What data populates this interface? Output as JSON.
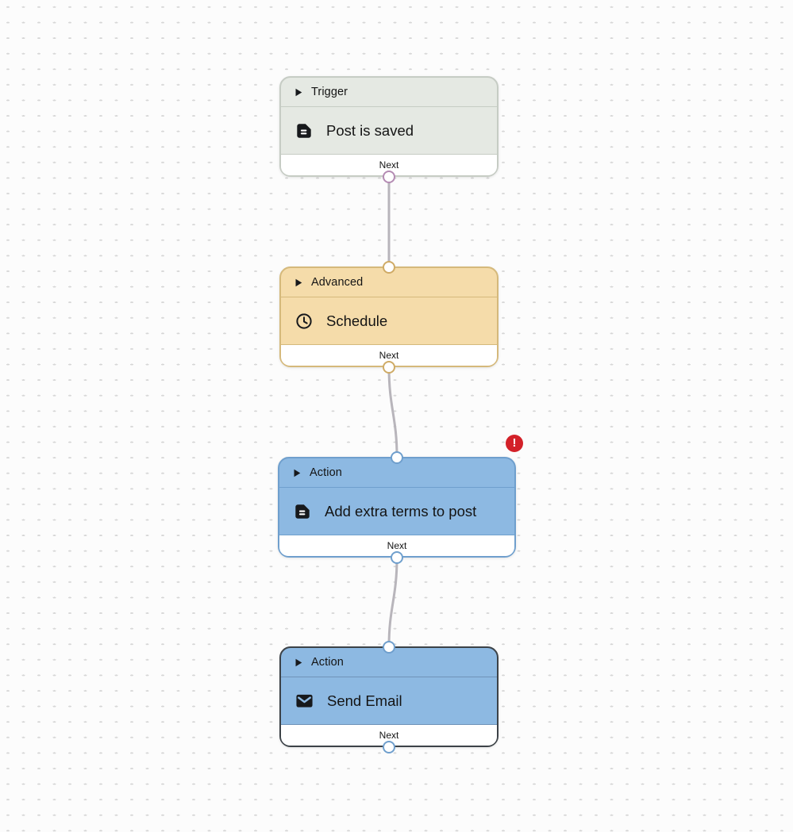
{
  "canvas": {
    "background_color": "#fcfcfc",
    "dot_color": "#d6d6d6",
    "connector_color": "#b8b5bb"
  },
  "nodes": [
    {
      "category": "Trigger",
      "title": "Post is saved",
      "icon": "document-icon",
      "footer_label": "Next",
      "colors": {
        "fill": "#e5e9e3",
        "border": "#c6ccc4",
        "divider": "#c6ccc4",
        "port": "#b48bb3"
      }
    },
    {
      "category": "Advanced",
      "title": "Schedule",
      "icon": "clock-icon",
      "footer_label": "Next",
      "colors": {
        "fill": "#f5dcaa",
        "border": "#d5b97b",
        "divider": "#d5b97b",
        "port": "#cfab66"
      }
    },
    {
      "category": "Action",
      "title": "Add extra terms to post",
      "icon": "document-icon",
      "footer_label": "Next",
      "has_error": true,
      "error_glyph": "!",
      "colors": {
        "fill": "#8db9e2",
        "border": "#6f9fcd",
        "divider": "#6f9fcd",
        "port": "#6f9fcd",
        "error": "#d32129"
      }
    },
    {
      "category": "Action",
      "title": "Send Email",
      "icon": "mail-icon",
      "footer_label": "Next",
      "selected": true,
      "colors": {
        "fill": "#8db9e2",
        "border": "#3c4247",
        "divider": "#6f93b8",
        "port": "#6f9fcd"
      }
    }
  ],
  "edges": [
    {
      "from": "Post is saved",
      "to": "Schedule"
    },
    {
      "from": "Schedule",
      "to": "Add extra terms to post"
    },
    {
      "from": "Add extra terms to post",
      "to": "Send Email"
    }
  ]
}
